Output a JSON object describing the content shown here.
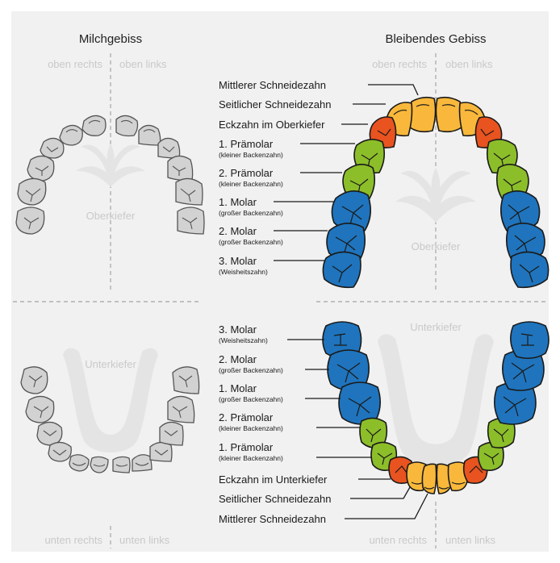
{
  "colors": {
    "background": "#f1f1f1",
    "incisor": "#f9b83b",
    "canine": "#e8531f",
    "premolar": "#8cbe2a",
    "molar": "#1f74bd",
    "primary_tooth": "#d2d2d2",
    "divider": "#b0b0b0",
    "faint_label": "#c9c9c9",
    "outline": "#1a1a1a"
  },
  "primary": {
    "title": "Milchgebiss",
    "upper_right": "oben rechts",
    "upper_left": "oben links",
    "lower_right": "unten rechts",
    "lower_left": "unten links",
    "upper_jaw": "Oberkiefer",
    "lower_jaw": "Unterkiefer"
  },
  "permanent": {
    "title": "Bleibendes Gebiss",
    "upper_right": "oben rechts",
    "upper_left": "oben links",
    "lower_right": "unten rechts",
    "lower_left": "unten links",
    "upper_jaw": "Oberkiefer",
    "lower_jaw": "Unterkiefer",
    "upper_labels": [
      {
        "name": "Mittlerer Schneidezahn",
        "sub": ""
      },
      {
        "name": "Seitlicher Schneidezahn",
        "sub": ""
      },
      {
        "name": "Eckzahn im Oberkiefer",
        "sub": ""
      },
      {
        "name": "1. Prämolar",
        "sub": "(kleiner Backenzahn)"
      },
      {
        "name": "2. Prämolar",
        "sub": "(kleiner Backenzahn)"
      },
      {
        "name": "1. Molar",
        "sub": "(großer Backenzahn)"
      },
      {
        "name": "2. Molar",
        "sub": "(großer Backenzahn)"
      },
      {
        "name": "3. Molar",
        "sub": "(Weisheitszahn)"
      }
    ],
    "lower_labels": [
      {
        "name": "3. Molar",
        "sub": "(Weisheitszahn)"
      },
      {
        "name": "2. Molar",
        "sub": "(großer Backenzahn)"
      },
      {
        "name": "1. Molar",
        "sub": "(großer Backenzahn)"
      },
      {
        "name": "2. Prämolar",
        "sub": "(kleiner Backenzahn)"
      },
      {
        "name": "1. Prämolar",
        "sub": "(kleiner Backenzahn)"
      },
      {
        "name": "Eckzahn im Unterkiefer",
        "sub": ""
      },
      {
        "name": "Seitlicher Schneidezahn",
        "sub": ""
      },
      {
        "name": "Mittlerer Schneidezahn",
        "sub": ""
      }
    ]
  }
}
